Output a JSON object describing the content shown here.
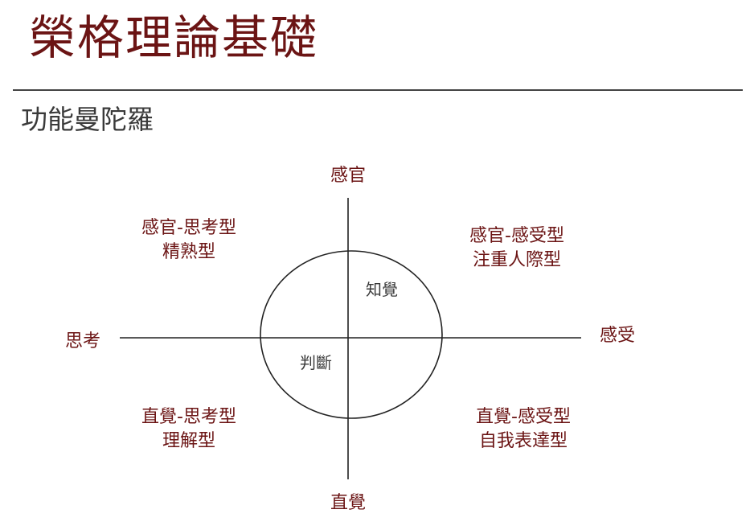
{
  "slide": {
    "title": "榮格理論基礎",
    "subtitle": "功能曼陀羅"
  },
  "diagram": {
    "axes": {
      "top": "感官",
      "bottom": "直覺",
      "left": "思考",
      "right": "感受"
    },
    "circle": {
      "upper": "知覺",
      "lower": "判斷"
    },
    "quadrants": {
      "top_left": [
        "感官-思考型",
        "精熟型"
      ],
      "top_right": [
        "感官-感受型",
        "注重人際型"
      ],
      "bottom_left": [
        "直覺-思考型",
        "理解型"
      ],
      "bottom_right": [
        "直覺-感受型",
        "自我表達型"
      ]
    }
  },
  "colors": {
    "accent": "#6b1414",
    "line": "#222222",
    "text": "#3a3a3a"
  }
}
